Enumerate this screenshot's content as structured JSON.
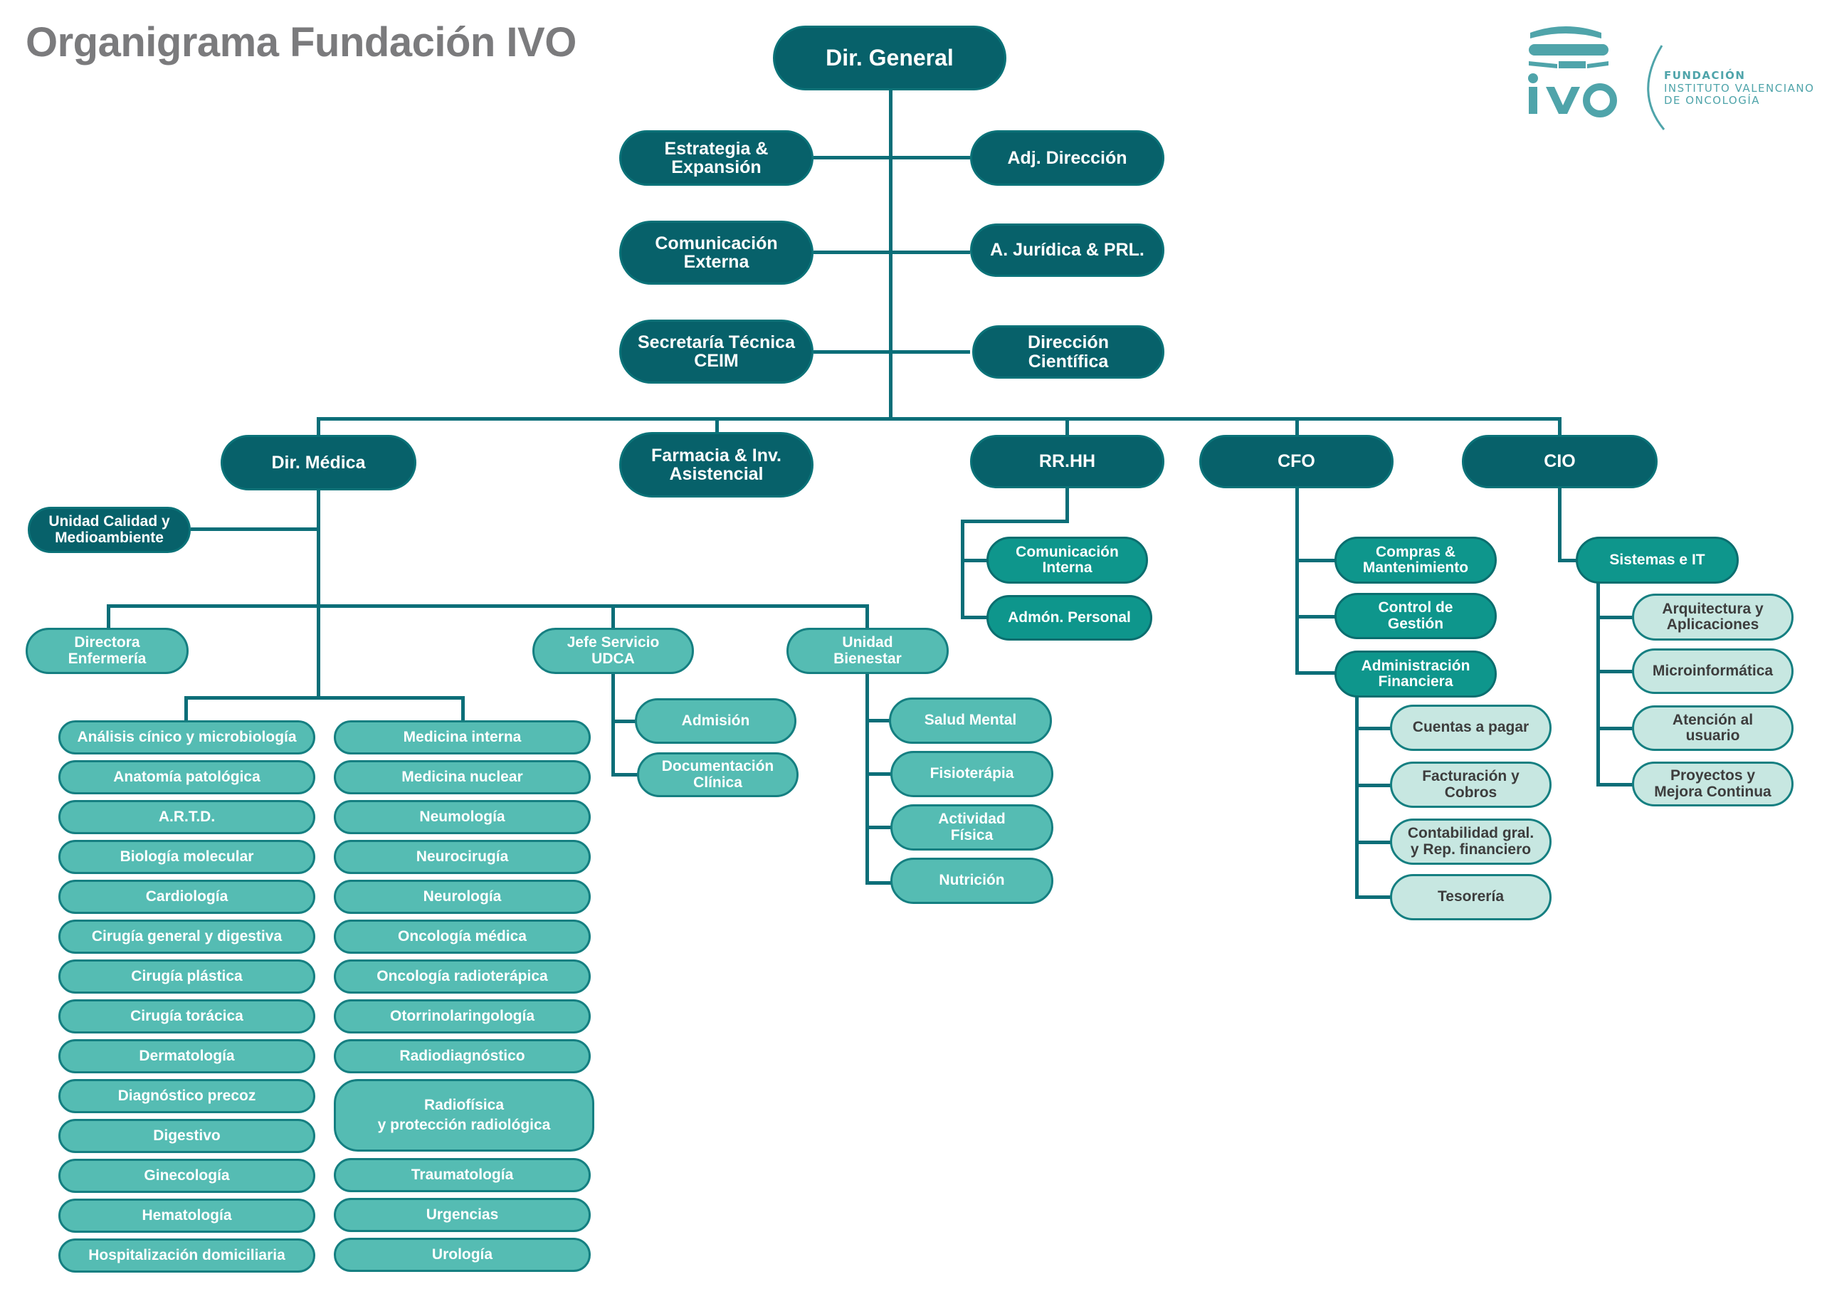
{
  "title": "Organigrama Fundación IVO",
  "logo": {
    "mark_text": "ivo",
    "line1": "FUNDACIÓN",
    "line2": "INSTITUTO VALENCIANO",
    "line3": "DE ONCOLOGÍA"
  },
  "colors": {
    "level1": "#07616a",
    "level2": "#0e968c",
    "level3": "#55bcb3",
    "level4": "#c7e7e1",
    "connector": "#0b6e78",
    "title": "#7b7b7d"
  },
  "top": {
    "ceo": "Dir. General",
    "staff_left": [
      "Estrategia &\nExpansión",
      "Comunicación\nExterna",
      "Secretaría Técnica\nCEIM"
    ],
    "staff_right": [
      "Adj. Dirección",
      "A. Jurídica & PRL.",
      "Dirección\nCientífica"
    ]
  },
  "directors": [
    "Dir. Médica",
    "Farmacia & Inv.\nAsistencial",
    "RR.HH",
    "CFO",
    "CIO"
  ],
  "medica": {
    "side_unit": "Unidad Calidad y\nMedioambiente",
    "subunits": [
      "Directora\nEnfermería",
      "Jefe Servicio\nUDCA",
      "Unidad\nBienestar"
    ],
    "specialties_left": [
      "Análisis cínico y microbiología",
      "Anatomía patológica",
      "A.R.T.D.",
      "Biología molecular",
      "Cardiología",
      "Cirugía general y digestiva",
      "Cirugía plástica",
      "Cirugía torácica",
      "Dermatología",
      "Diagnóstico precoz",
      "Digestivo",
      "Ginecología",
      "Hematología",
      "Hospitalización domiciliaria"
    ],
    "specialties_right": [
      "Medicina interna",
      "Medicina nuclear",
      "Neumología",
      "Neurocirugía",
      "Neurología",
      "Oncología médica",
      "Oncología radioterápica",
      "Otorrinolaringología",
      "Radiodiagnóstico",
      "Radiofísica\ny protección radiológica",
      "Traumatología",
      "Urgencias",
      "Urología"
    ],
    "udca_children": [
      "Admisión",
      "Documentación\nClínica"
    ],
    "bienestar_children": [
      "Salud Mental",
      "Fisioterápia",
      "Actividad\nFísica",
      "Nutrición"
    ]
  },
  "rrhh_children": [
    "Comunicación\nInterna",
    "Admón. Personal"
  ],
  "cfo": {
    "children": [
      "Compras &\nMantenimiento",
      "Control de\nGestión",
      "Administración\nFinanciera"
    ],
    "admin_fin_children": [
      "Cuentas a pagar",
      "Facturación y\nCobros",
      "Contabilidad gral.\ny Rep. financiero",
      "Tesorería"
    ]
  },
  "cio": {
    "children": [
      "Sistemas e IT"
    ],
    "sistemas_children": [
      "Arquitectura y\nAplicaciones",
      "Microinformática",
      "Atención al\nusuario",
      "Proyectos y\nMejora Continua"
    ]
  }
}
